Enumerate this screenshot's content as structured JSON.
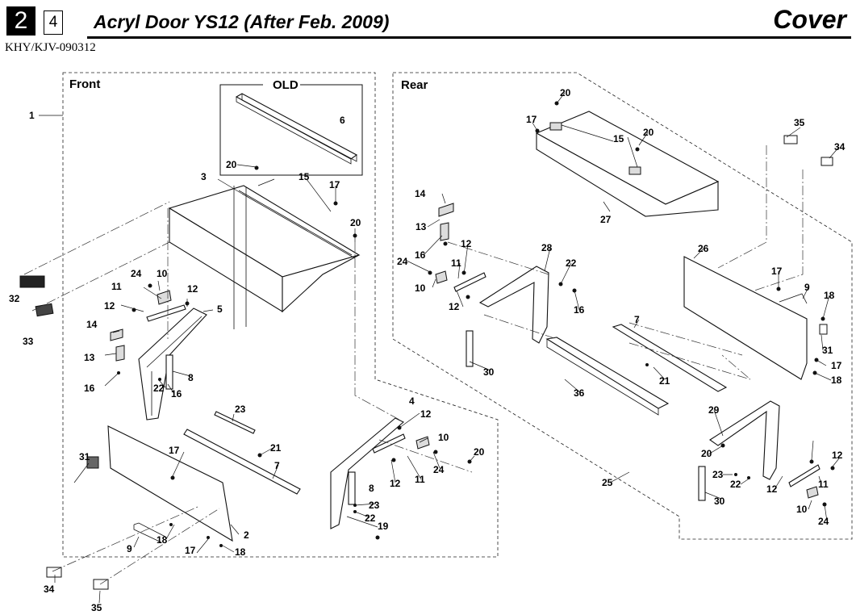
{
  "header": {
    "section_number": "2",
    "page_number": "4",
    "title": "Acryl Door YS12 (After Feb. 2009)",
    "category": "Cover",
    "doc_code": "KHY/KJV-090312"
  },
  "panels": {
    "front": "Front",
    "rear": "Rear",
    "old_inset": "OLD"
  },
  "callouts": {
    "front": [
      "1",
      "3",
      "6",
      "20",
      "15",
      "17",
      "20",
      "24",
      "10",
      "11",
      "12",
      "12",
      "5",
      "14",
      "13",
      "16",
      "22",
      "16",
      "8",
      "32",
      "33",
      "23",
      "31",
      "17",
      "21",
      "7",
      "4",
      "12",
      "10",
      "24",
      "20",
      "12",
      "11",
      "8",
      "23",
      "22",
      "19",
      "9",
      "18",
      "17",
      "18",
      "2",
      "34",
      "35"
    ],
    "rear": [
      "20",
      "17",
      "15",
      "20",
      "35",
      "34",
      "27",
      "14",
      "13",
      "16",
      "12",
      "11",
      "24",
      "10",
      "12",
      "28",
      "22",
      "16",
      "26",
      "17",
      "9",
      "18",
      "31",
      "17",
      "18",
      "30",
      "7",
      "21",
      "36",
      "29",
      "20",
      "12",
      "23",
      "22",
      "12",
      "11",
      "10",
      "24",
      "30",
      "25"
    ]
  }
}
